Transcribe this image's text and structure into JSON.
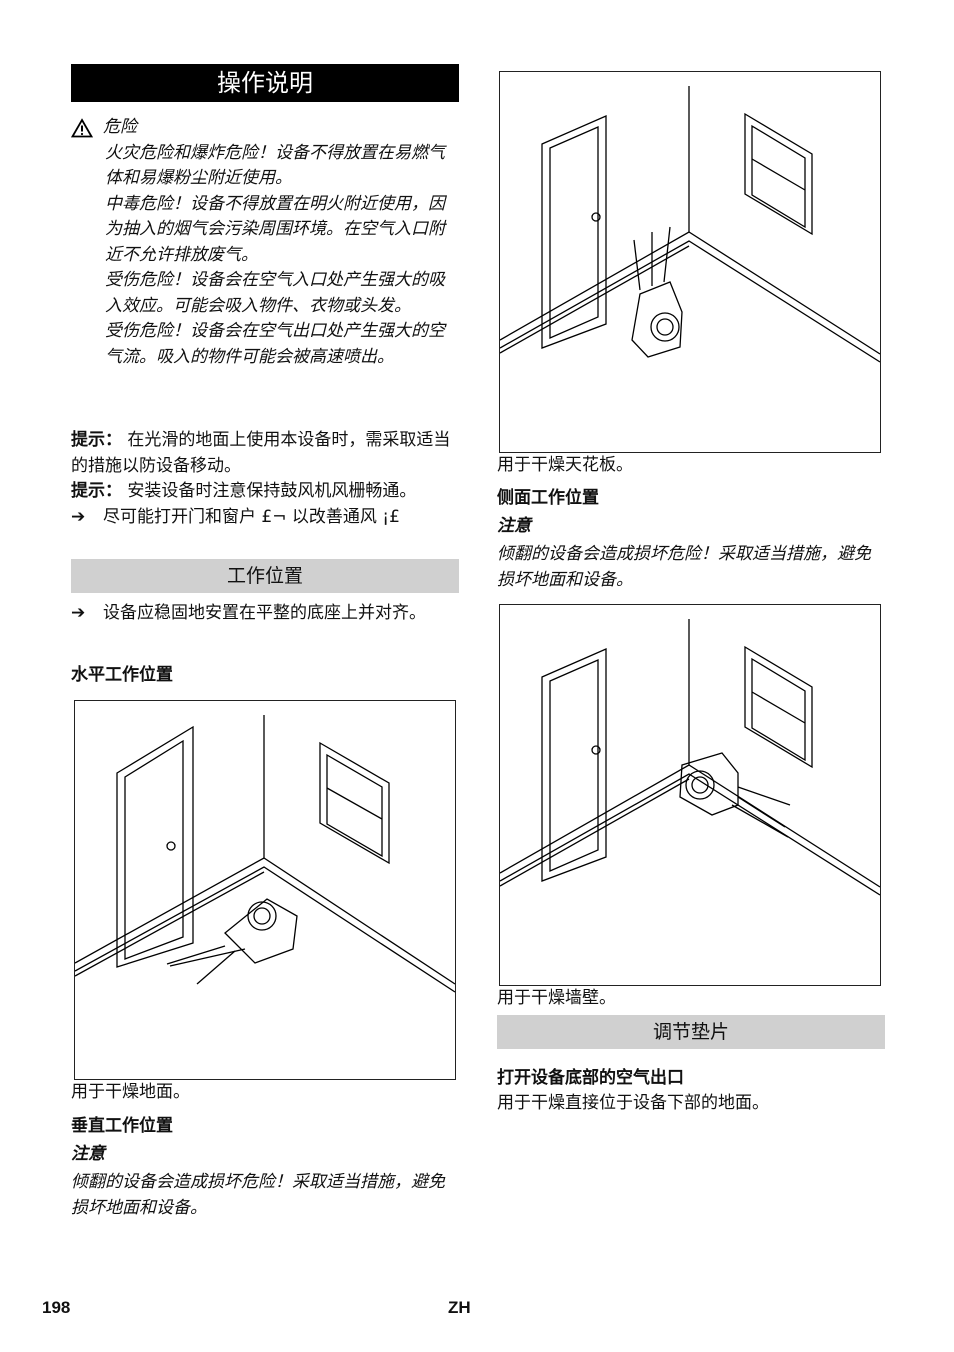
{
  "title": "操作说明",
  "danger": {
    "label": "危险",
    "items": [
      "火灾危险和爆炸危险！设备不得放置在易燃气体和易爆粉尘附近使用。",
      "中毒危险！设备不得放置在明火附近使用，因为抽入的烟气会污染周围环境。在空气入口附近不允许排放废气。",
      "受伤危险！设备会在空气入口处产生强大的吸入效应。可能会吸入物件、衣物或头发。",
      "受伤危险！设备会在空气出口处产生强大的空气流。吸入的物件可能会被高速喷出。"
    ]
  },
  "hints": [
    {
      "label": "提示：",
      "text": "在光滑的地面上使用本设备时，需采取适当的措施以防设备移动。"
    },
    {
      "label": "提示：",
      "text": "安装设备时注意保持鼓风机风栅畅通。"
    }
  ],
  "bullet1": "尽可能打开门和窗户 £¬ 以改善通风 ¡£",
  "section_work": "工作位置",
  "bullet2": "设备应稳固地安置在平整的底座上并对齐。",
  "horizontal": {
    "heading": "水平工作位置",
    "caption": "用于干燥地面。"
  },
  "vertical": {
    "heading": "垂直工作位置",
    "notice_label": "注意",
    "notice_text": "倾翻的设备会造成损坏危险！采取适当措施，避免损坏地面和设备。",
    "caption": "用于干燥天花板。"
  },
  "side": {
    "heading": "侧面工作位置",
    "notice_label": "注意",
    "notice_text": "倾翻的设备会造成损坏危险！采取适当措施，避免损坏地面和设备。",
    "caption": "用于干燥墙壁。"
  },
  "section_pads": "调节垫片",
  "outlet": {
    "heading": "打开设备底部的空气出口",
    "text": "用于干燥直接位于设备下部的地面。"
  },
  "footer": {
    "page": "198",
    "lang": "ZH"
  }
}
